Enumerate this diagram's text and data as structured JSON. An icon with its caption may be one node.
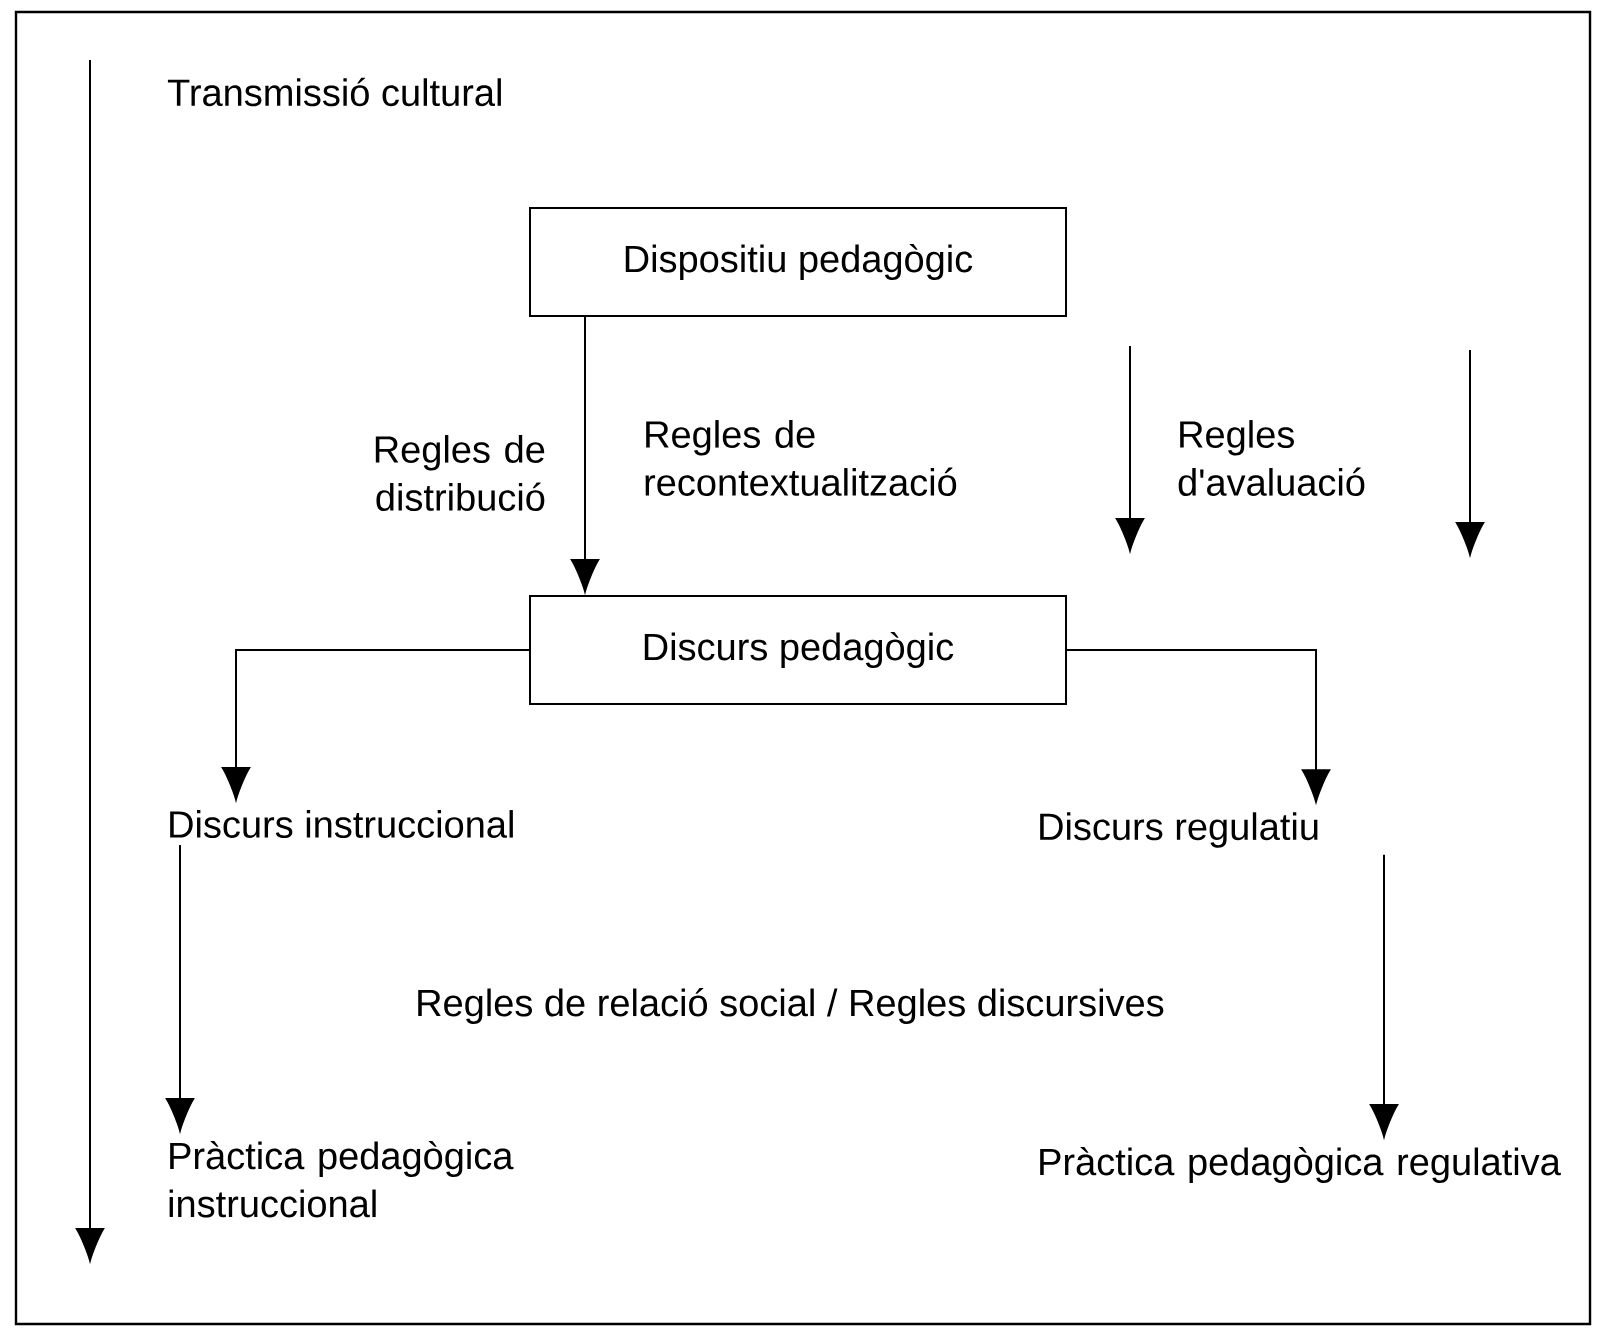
{
  "diagram": {
    "nodes": [
      {
        "text": [
          "Dispositiu pedagògic"
        ]
      },
      {
        "text": [
          "Discurs pedagògic"
        ]
      },
      {
        "text": [
          "Discurs instruccional"
        ]
      },
      {
        "text": [
          "Discurs regulatiu"
        ]
      },
      {
        "text": [
          "Pràctica pedagògica instruccional"
        ]
      },
      {
        "text": [
          "Pràctica pedagògica regulativa"
        ]
      }
    ],
    "edges": [
      {
        "from": 0,
        "to": 1,
        "arrow": "to",
        "label": "Regles de distribució"
      },
      {
        "from": 1,
        "to": 2,
        "arrow": "to"
      },
      {
        "from": 1,
        "to": 3,
        "arrow": "to"
      },
      {
        "from": 2,
        "to": 4,
        "arrow": "to"
      },
      {
        "from": 3,
        "to": 5,
        "arrow": "to"
      }
    ],
    "labels": [
      "Transmissió cultural",
      "Regles de recontextualització",
      "Regles d'avaluació",
      "Regles de relació social / Regles discursives"
    ]
  }
}
